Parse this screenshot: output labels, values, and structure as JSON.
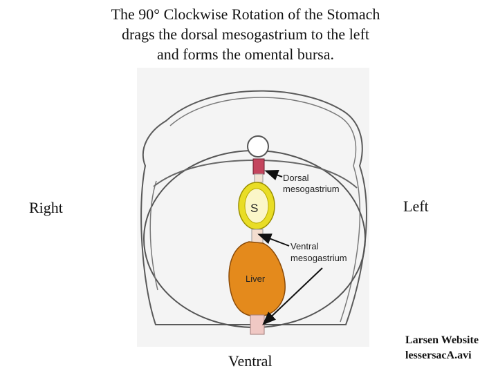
{
  "title": {
    "line1": "The 90° Clockwise Rotation of the Stomach",
    "line2": "drags the dorsal mesogastrium to the left",
    "line3": "and forms the omental bursa."
  },
  "orientation": {
    "right": "Right",
    "left": "Left",
    "ventral": "Ventral"
  },
  "labels": {
    "stomach": "S",
    "dorsal_line1": "Dorsal",
    "dorsal_line2": "mesogastrium",
    "ventral_line1": "Ventral",
    "ventral_line2": "mesogastrium",
    "liver": "Liver"
  },
  "credit": {
    "line1": "Larsen Website",
    "line2": "lessersacA.avi"
  },
  "colors": {
    "outline": "#555555",
    "stomach_fill": "#f2ee7a",
    "stomach_ring": "#e2d200",
    "dorsal_fill": "#c4455e",
    "liver_fill": "#e48a1c",
    "ventral_fill": "#f0c8c4"
  }
}
